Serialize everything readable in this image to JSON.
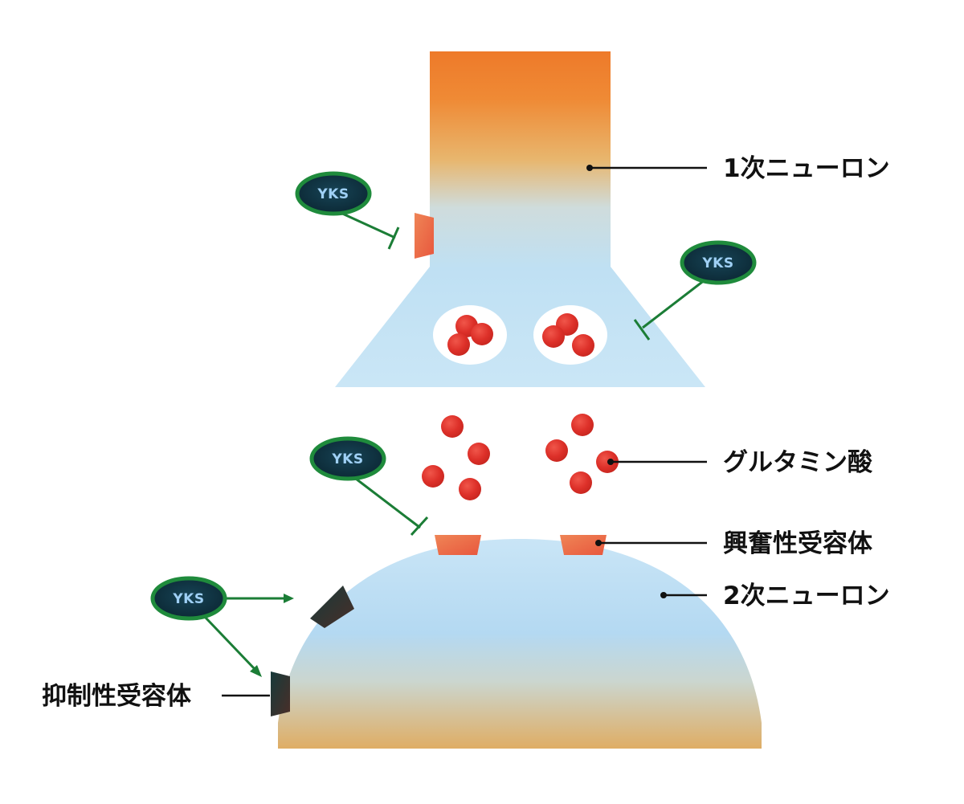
{
  "labels": {
    "primary_neuron": "1次ニューロン",
    "glutamate": "グルタミン酸",
    "excitatory_receptor": "興奮性受容体",
    "secondary_neuron": "2次ニューロン",
    "inhibitory_receptor": "抑制性受容体"
  },
  "agent": {
    "name": "YKS"
  },
  "colors": {
    "neuron_orange": "#ee7d2e",
    "neuron_tan": "#e3b571",
    "neuron_blue": "#bfe1f5",
    "glutamate_red": "#e0362c",
    "receptor_orange": "#ee7048",
    "inhibitory_receptor_dark": "#1d3b3a",
    "yks_green": "#1c8a3a",
    "yks_fill": "#0e3140",
    "yks_text": "#9fd0f5"
  }
}
